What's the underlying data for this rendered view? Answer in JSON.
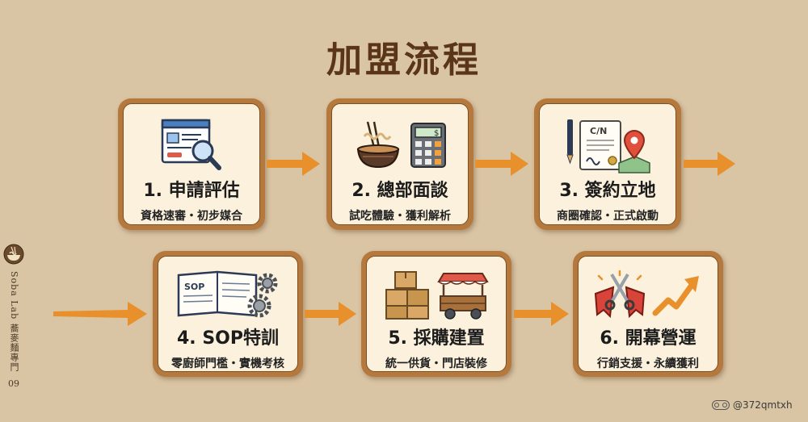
{
  "title": "加盟流程",
  "steps": [
    {
      "title": "1. 申請評估",
      "subtitle": "資格速審・初步媒合"
    },
    {
      "title": "2. 總部面談",
      "subtitle": "試吃體驗・獲利解析"
    },
    {
      "title": "3. 簽約立地",
      "subtitle": "商圈確認・正式啟動"
    },
    {
      "title": "4. SOP特訓",
      "subtitle": "零廚師門檻・實機考核"
    },
    {
      "title": "5. 採購建置",
      "subtitle": "統一供貨・門店裝修"
    },
    {
      "title": "6. 開幕營運",
      "subtitle": "行銷支援・永續獲利"
    }
  ],
  "icon_labels": {
    "contract": "C/N",
    "manual": "SOP"
  },
  "sidebar": {
    "brand": "Soba Lab 蕎麥麵專門",
    "page": "09"
  },
  "watermark": "@372qmtxh",
  "colors": {
    "background": "#d9c4a3",
    "card_frame": "#b5793d",
    "card_fill": "#fbf1dd",
    "arrow": "#e8902c",
    "title": "#5a3518"
  }
}
